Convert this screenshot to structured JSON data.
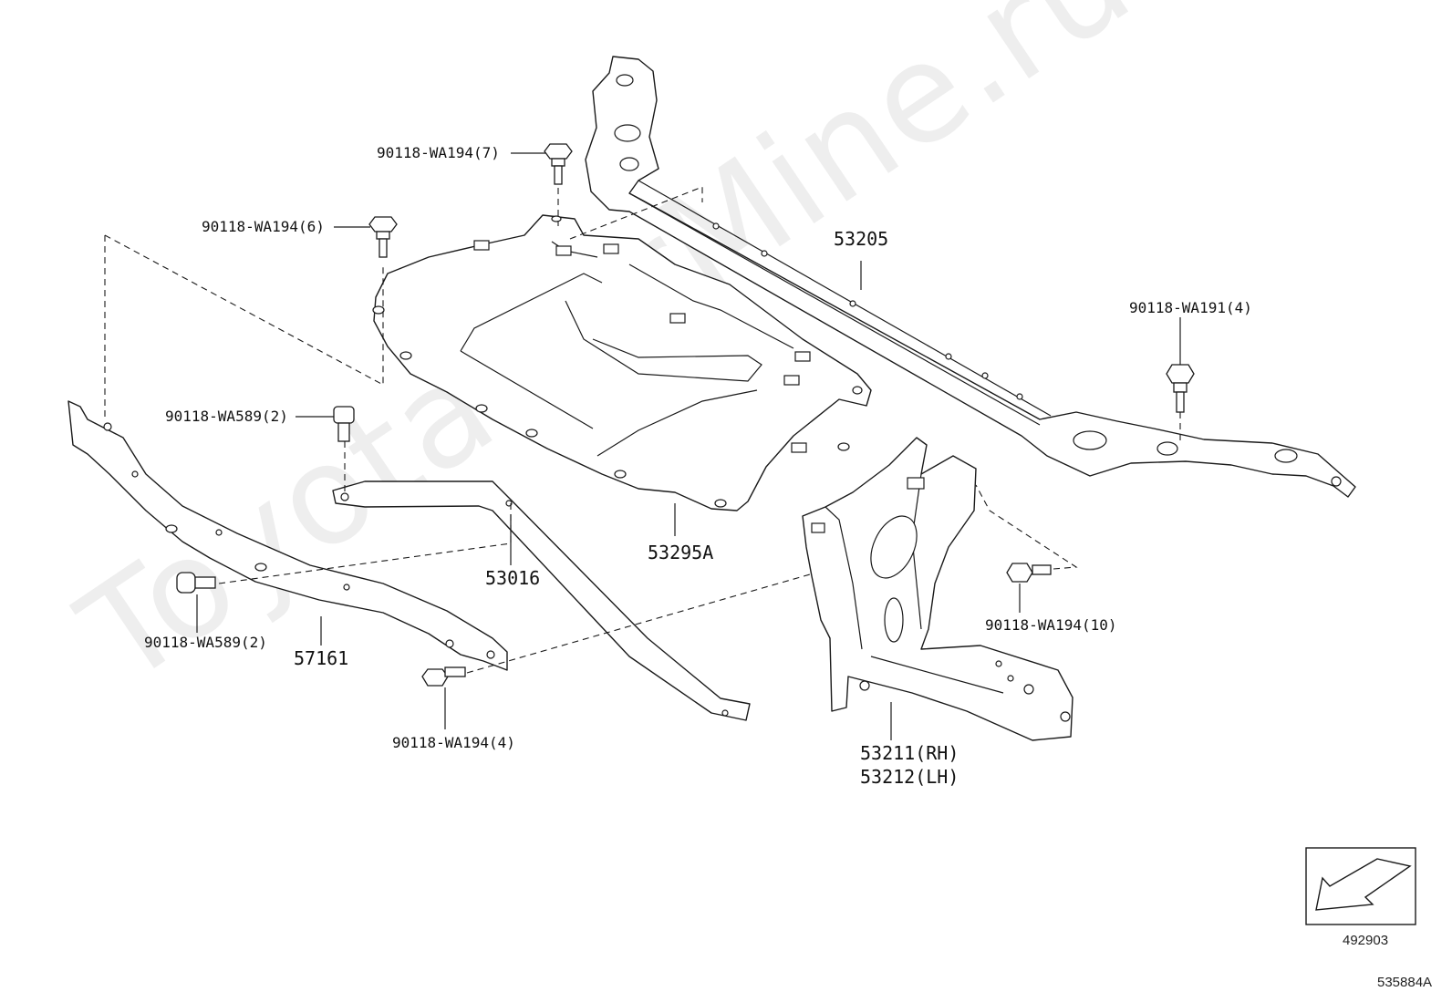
{
  "labels": {
    "bolt_wa194_7": "90118-WA194(7)",
    "bolt_wa194_6": "90118-WA194(6)",
    "bolt_wa589_top": "90118-WA589(2)",
    "bolt_wa589_bottom": "90118-WA589(2)",
    "bolt_wa194_4": "90118-WA194(4)",
    "bolt_wa191_4": "90118-WA191(4)",
    "bolt_wa194_10": "90118-WA194(10)",
    "part_53205": "53205",
    "part_53295A": "53295A",
    "part_53016": "53016",
    "part_57161": "57161",
    "part_53211": "53211(RH)",
    "part_53212": "53212(LH)"
  },
  "watermark": "ToyotaCarMine.ru",
  "figure_ref": "492903",
  "diagram_code": "535884A",
  "icons": {
    "orientation": "direction-arrow-icon"
  }
}
